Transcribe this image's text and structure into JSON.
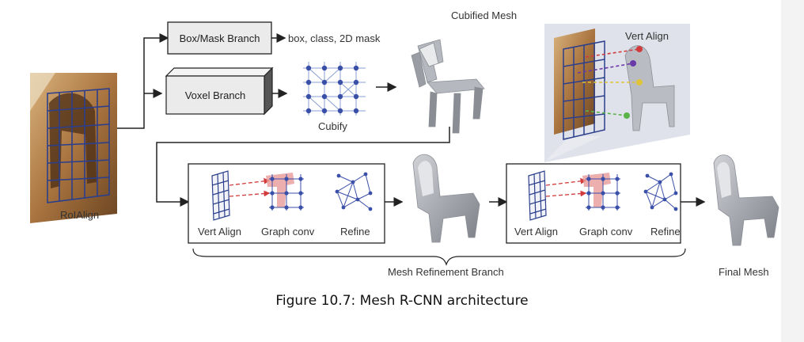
{
  "diagram": {
    "roialign_label": "RoIAlign",
    "box_mask_branch": "Box/Mask Branch",
    "box_outputs": "box, class, 2D mask",
    "voxel_branch": "Voxel Branch",
    "cubify_label": "Cubify",
    "cubified_mesh_label": "Cubified Mesh",
    "vert_align_title": "Vert Align",
    "stage1": {
      "vert_align": "Vert Align",
      "graph_conv": "Graph conv",
      "refine": "Refine"
    },
    "stage2": {
      "vert_align": "Vert Align",
      "graph_conv": "Graph conv",
      "refine": "Refine"
    },
    "mesh_refinement_branch": "Mesh Refinement Branch",
    "final_mesh_label": "Final Mesh"
  },
  "caption": "Figure 10.7: Mesh R-CNN architecture",
  "colors": {
    "grid_blue": "#2b3f8c",
    "node_blue": "#3a4fa8",
    "arrow_red": "#d23b3b",
    "highlight_pink": "#e89a9a",
    "box_fill": "#ebebeb",
    "mesh_gray": "#a9acb3",
    "panel_bg": "#dfe2ea"
  }
}
